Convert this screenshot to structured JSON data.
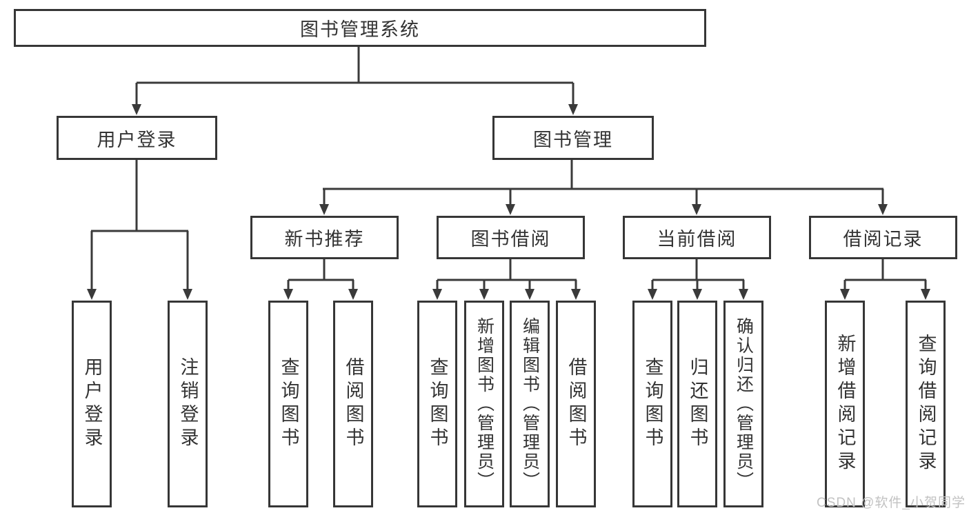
{
  "diagram": {
    "title": "图书管理系统",
    "root": "图书管理系统",
    "level2": [
      "用户登录",
      "图书管理"
    ],
    "level3": [
      "新书推荐",
      "图书借阅",
      "当前借阅",
      "借阅记录"
    ],
    "leaves": {
      "login": [
        "用户登录",
        "注销登录"
      ],
      "recommend": [
        "查询图书",
        "借阅图书"
      ],
      "borrow": [
        "查询图书",
        "新增图书（管理员）",
        "编辑图书（管理员）",
        "借阅图书"
      ],
      "current": [
        "查询图书",
        "归还图书",
        "确认归还（管理员）"
      ],
      "records": [
        "新增借阅记录",
        "查询借阅记录"
      ]
    }
  },
  "watermark": "CSDN @软件_小贺同学",
  "colors": {
    "line": "#3a3a3a",
    "box_border": "#363636",
    "text": "#333333",
    "watermark": "#c2c2c2",
    "background": "#ffffff"
  }
}
